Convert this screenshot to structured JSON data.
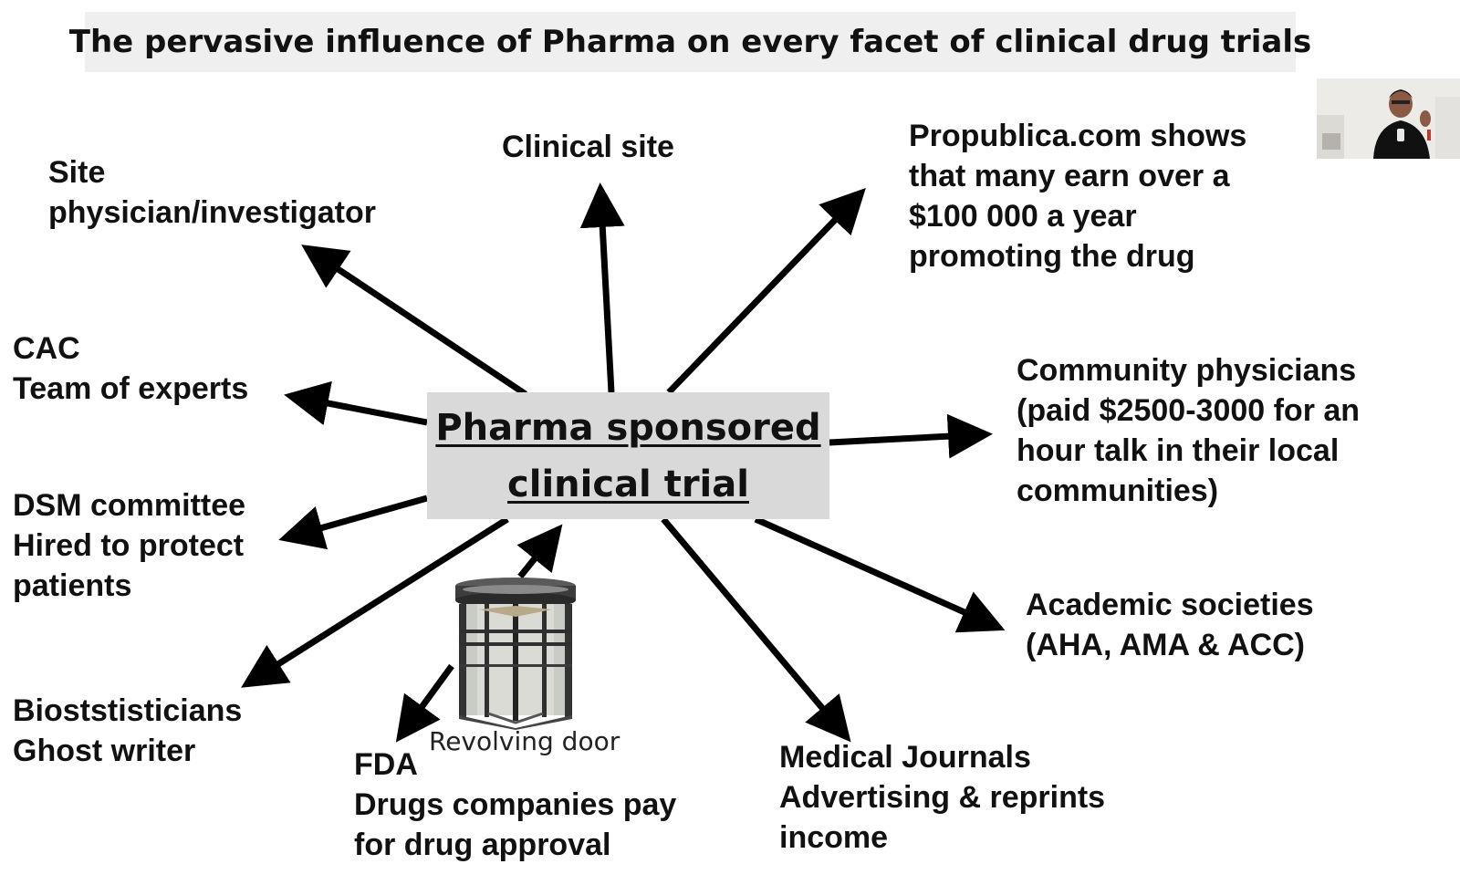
{
  "title": "The pervasive influence of Pharma on every facet of clinical drug trials",
  "center": {
    "text": "Pharma sponsored\nclinical trial"
  },
  "nodes": {
    "site_physician": "Site\nphysician/investigator",
    "clinical_site": "Clinical site",
    "propublica": "Propublica.com shows\nthat many earn over a\n$100 000 a year\npromoting the drug",
    "cac": "CAC\nTeam of experts",
    "community_physicians": "Community physicians\n(paid $2500-3000 for an\nhour talk in their local\ncommunities)",
    "dsm_committee": "DSM committee\nHired to protect\npatients",
    "academic_societies": "Academic societies\n(AHA, AMA & ACC)",
    "biostatisticians": "Bioststisticians\nGhost writer",
    "fda": "FDA\nDrugs companies pay\nfor drug approval",
    "medical_journals": "Medical Journals\nAdvertising & reprints\nincome"
  },
  "revolving_door_caption": "Revolving door",
  "icons": {
    "revolving_door": "revolving-door-illustration",
    "webcam": "presenter-webcam-thumbnail"
  },
  "colors": {
    "title_background": "#efefef",
    "center_background": "#d9d9d9",
    "arrow": "#000000",
    "text": "#111111"
  }
}
